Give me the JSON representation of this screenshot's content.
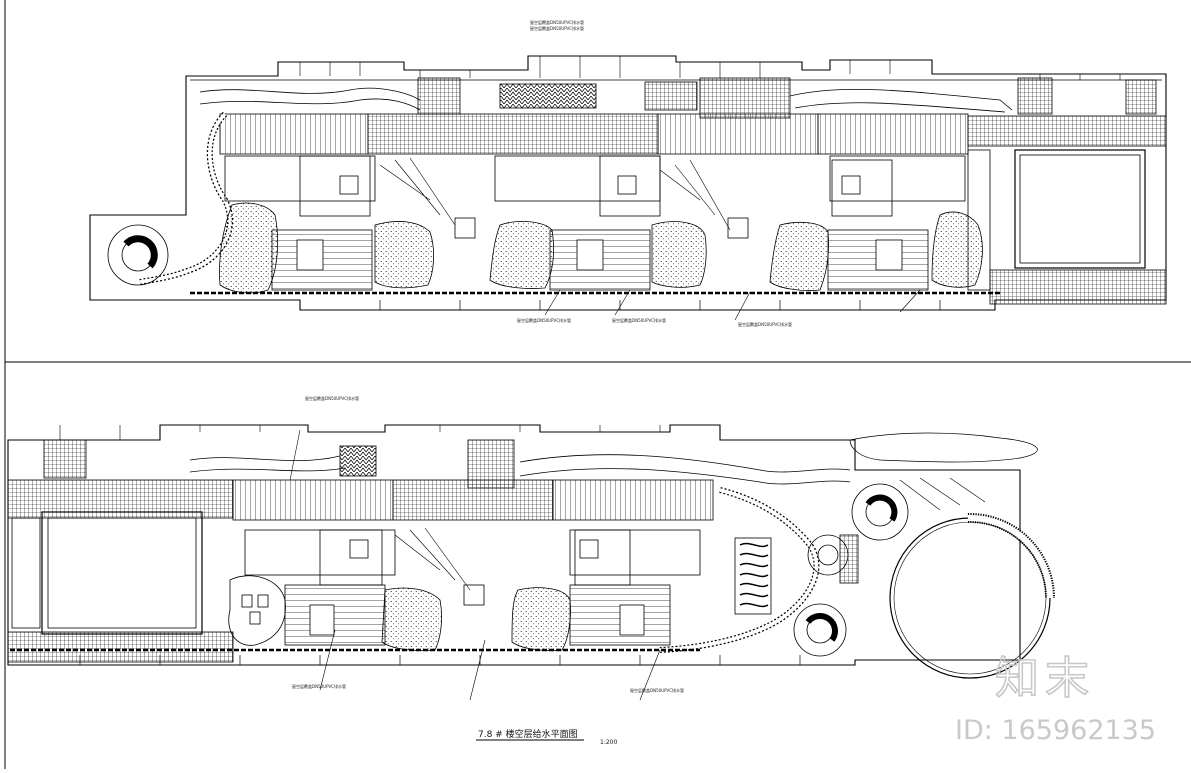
{
  "drawing": {
    "title": "7.8 # 楼空层给水平面图",
    "scale": "1:200",
    "notes": [
      "屋空层覆盖DN50UPVC排水管",
      "屋空层覆盖DN50UPVC排水管",
      "屋空层覆盖DN50UPVC排水管",
      "屋空层覆盖DN50UPVC排水管",
      "屋空层覆盖DN50UPVC排水管",
      "屋空层覆盖DN50UPVC排水管",
      "屋空层覆盖DN50UPVC排水管",
      "屋空层覆盖DN50UPVC排水管"
    ]
  },
  "watermark": {
    "logo": "知末",
    "id": "ID: 165962135"
  },
  "colors": {
    "line": "#000000",
    "paper": "#ffffff",
    "watermark": "#c8c8c8"
  }
}
